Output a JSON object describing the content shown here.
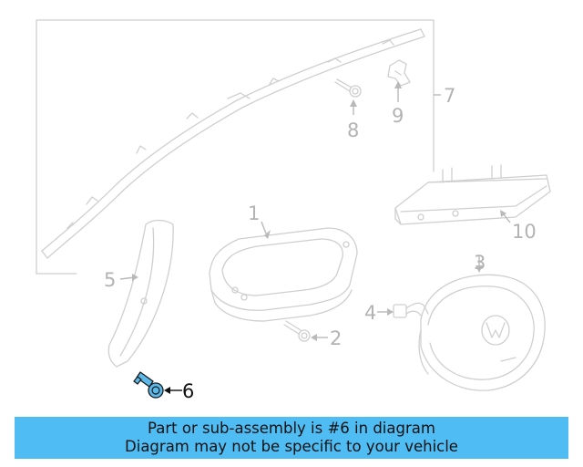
{
  "diagram": {
    "callouts": [
      {
        "id": "1",
        "label": "1"
      },
      {
        "id": "2",
        "label": "2"
      },
      {
        "id": "3",
        "label": "3"
      },
      {
        "id": "4",
        "label": "4"
      },
      {
        "id": "5",
        "label": "5"
      },
      {
        "id": "6",
        "label": "6"
      },
      {
        "id": "7",
        "label": "7"
      },
      {
        "id": "8",
        "label": "8"
      },
      {
        "id": "9",
        "label": "9"
      },
      {
        "id": "10",
        "label": "10"
      }
    ],
    "highlighted_part": "6",
    "highlight_color": "#5bb8e8",
    "part_color": "#cfcfcf"
  },
  "banner": {
    "line1": "Part or sub-assembly is #6 in diagram",
    "line2": "Diagram may not be specific to your vehicle",
    "background": "#4fbdf4"
  }
}
